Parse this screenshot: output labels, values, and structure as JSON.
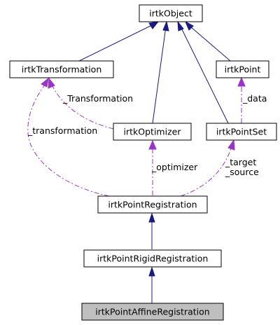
{
  "diagram": {
    "nodes": {
      "object": "irtkObject",
      "transformation": "irtkTransformation",
      "point": "irtkPoint",
      "optimizer": "irtkOptimizer",
      "point_set": "irtkPointSet",
      "point_registration": "irtkPointRegistration",
      "point_rigid_registration": "irtkPointRigidRegistration",
      "point_affine_registration": "irtkPointAffineRegistration"
    },
    "edge_labels": {
      "transformation_upper": "_Transformation",
      "transformation_lower": "_transformation",
      "optimizer": "_optimizer",
      "data": "_data",
      "target": "_target",
      "source": "_source"
    },
    "colors": {
      "inheritance_edge": "#1a1a80",
      "usage_edge": "#9a34c8",
      "highlight_fill": "#bfbfbf"
    }
  }
}
